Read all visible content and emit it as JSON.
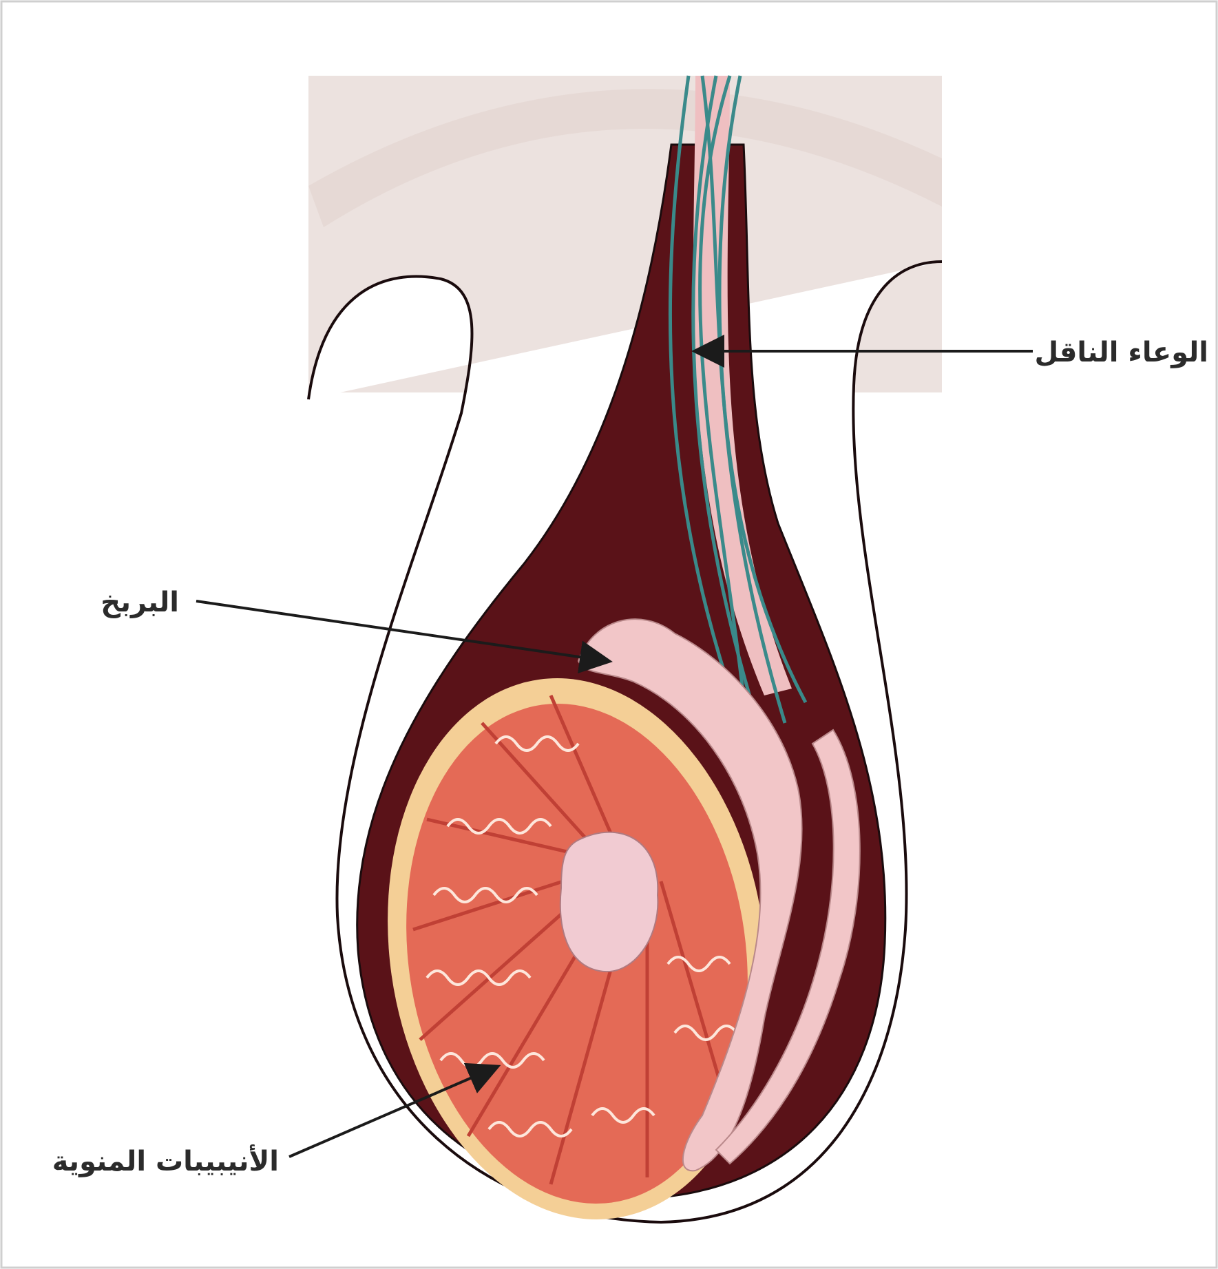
{
  "labels": {
    "vas_deferens": "الوعاء الناقل",
    "epididymis": "البربخ",
    "seminiferous_tubules": "الأنيبيبات المنوية"
  },
  "colors": {
    "outer_skin": "#ffffff",
    "background_band": "#ece2df",
    "tunica_dark": "#5a1218",
    "tunica_outline": "#1a0b0d",
    "albuginea": "#f4cf96",
    "lobule": "#e46a56",
    "lobule_septa": "#c04035",
    "tubule_line": "#fde7dc",
    "rete_testis": "#f1cbd2",
    "epididymis": "#f2c6c8",
    "vas_pink": "#efbfc1",
    "vessel_teal": "#3a8a8a",
    "arrow": "#1b1b1b"
  }
}
